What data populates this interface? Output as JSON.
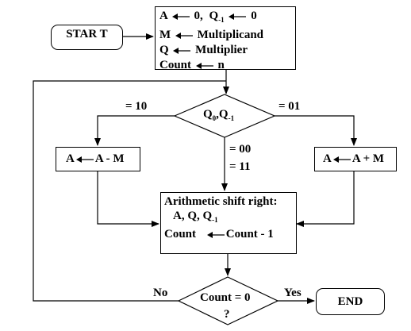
{
  "start": {
    "label": "STAR T"
  },
  "init": {
    "a_prefix": "A",
    "a_value": "0,",
    "q1_prefix": "Q",
    "q1_sub": "-1",
    "q1_value": "0",
    "m_prefix": "M",
    "m_value": "Multiplicand",
    "q_prefix": "Q",
    "q_value": "Multiplier",
    "count_prefix": "Count",
    "count_value": "n"
  },
  "decision": {
    "q0": "Q",
    "q0_sub": "0",
    "sep": ",",
    "qm1": "Q",
    "qm1_sub": "-1"
  },
  "branch_labels": {
    "left": "= 10",
    "right": "= 01",
    "down_1": "= 00",
    "down_2": "= 11"
  },
  "subtract": {
    "left": "A",
    "right": "A - M"
  },
  "add": {
    "left": "A",
    "right": "A + M"
  },
  "shift": {
    "title": "Arithmetic shift right:",
    "regs_pre": "A, Q, Q",
    "regs_sub": "-1",
    "count_prefix": "Count",
    "count_value": "Count - 1"
  },
  "check": {
    "line1": "Count = 0",
    "line2": "?"
  },
  "outcomes": {
    "no": "No",
    "yes": "Yes"
  },
  "end": {
    "label": "END"
  }
}
